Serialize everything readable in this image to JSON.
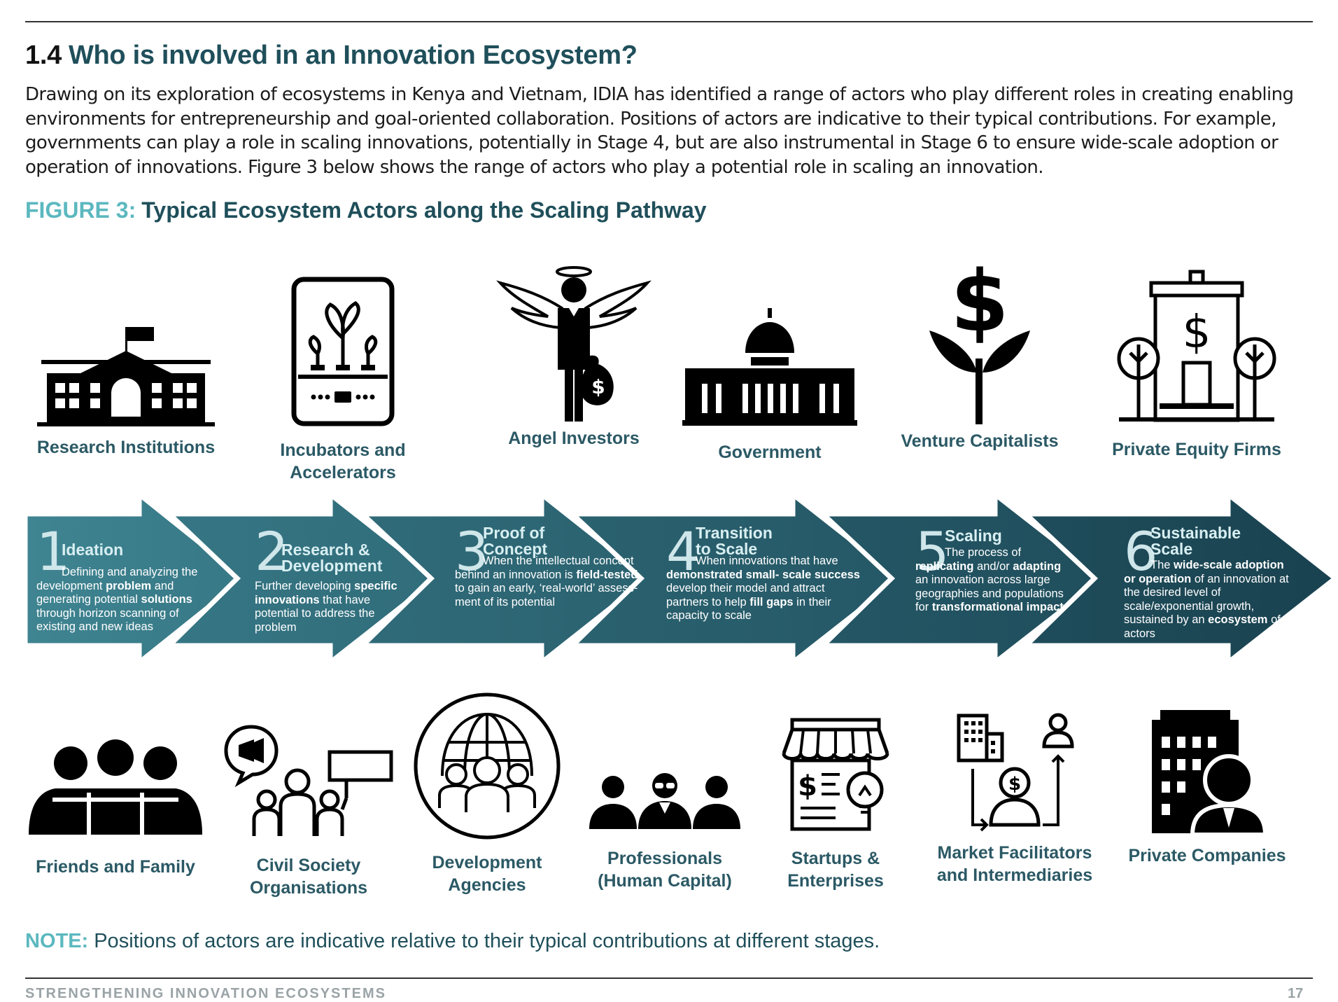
{
  "section": {
    "number": "1.4",
    "title": "Who is involved in an Innovation Ecosystem?"
  },
  "intro": "Drawing on its exploration of ecosystems in Kenya and Vietnam, IDIA has identified a range of actors who play different roles in creating enabling environments for entrepreneurship and goal-oriented collaboration.  Positions of actors are indicative to their typical contributions. For example, governments can play a role in scaling innovations, potentially in Stage 4, but are also instrumental in Stage 6 to ensure wide-scale adoption or operation of innovations. Figure 3 below shows the range of actors who play a potential role in scaling an innovation.",
  "figure": {
    "label": "FIGURE 3:",
    "title": "Typical Ecosystem Actors along the Scaling Pathway"
  },
  "top_actors": [
    {
      "label": "Research Institutions",
      "icon": "university-building-icon"
    },
    {
      "label": "Incubators and\nAccelerators",
      "icon": "incubator-icon"
    },
    {
      "label": "Angel Investors",
      "icon": "angel-investor-icon"
    },
    {
      "label": "Government",
      "icon": "capitol-building-icon"
    },
    {
      "label": "Venture Capitalists",
      "icon": "dollar-plant-icon"
    },
    {
      "label": "Private Equity Firms",
      "icon": "bank-building-icon"
    }
  ],
  "stages": [
    {
      "num": "1",
      "title": "Ideation",
      "desc_html": "Defining and analyzing the development <b>problem</b> and generating potential <b>solutions</b> through horizon scanning of existing and new ideas"
    },
    {
      "num": "2",
      "title": "Research &\nDevelopment",
      "desc_html": "Further developing <b>specific innovations</b> that have potential to address the problem"
    },
    {
      "num": "3",
      "title": "Proof of\nConcept",
      "desc_html": "When the intellectual concept behind an innovation is <b>field-tested</b> to gain an early, ‘real-world’ assess-ment of its potential"
    },
    {
      "num": "4",
      "title": "Transition\nto Scale",
      "desc_html": "When innovations that have <b>demonstrated small- scale success</b> develop their model and attract partners to help <b>fill gaps</b> in their capacity to scale"
    },
    {
      "num": "5",
      "title": "Scaling",
      "desc_html": "The process of <b>replicating</b> and/or <b>adapting</b> an innovation across large geographies and populations for <b>transformational impact</b>"
    },
    {
      "num": "6",
      "title": "Sustainable\nScale",
      "desc_html": "The <b>wide-scale adoption or operation</b> of an innovation at the desired level of scale/exponential growth, sustained by an <b>ecosystem</b> of actors"
    }
  ],
  "bottom_actors": [
    {
      "label": "Friends and Family",
      "icon": "family-group-icon"
    },
    {
      "label": "Civil Society\nOrganisations",
      "icon": "civil-society-icon"
    },
    {
      "label": "Development\nAgencies",
      "icon": "globe-people-icon"
    },
    {
      "label": "Professionals\n(Human Capital)",
      "icon": "professionals-icon"
    },
    {
      "label": "Startups &\nEnterprises",
      "icon": "storefront-icon"
    },
    {
      "label": "Market Facilitators\nand Intermediaries",
      "icon": "intermediary-icon"
    },
    {
      "label": "Private Companies",
      "icon": "office-businessman-icon"
    }
  ],
  "note": {
    "label": "NOTE:",
    "text": "Positions of actors are indicative relative to their typical contributions at different stages."
  },
  "footer": {
    "text": "STRENGTHENING INNOVATION ECOSYSTEMS",
    "page": "17"
  },
  "colors": {
    "heading": "#1f4f5a",
    "accent": "#5cb8bf",
    "arrow_light": "#3e7f8c",
    "arrow_dark": "#1c4854"
  }
}
